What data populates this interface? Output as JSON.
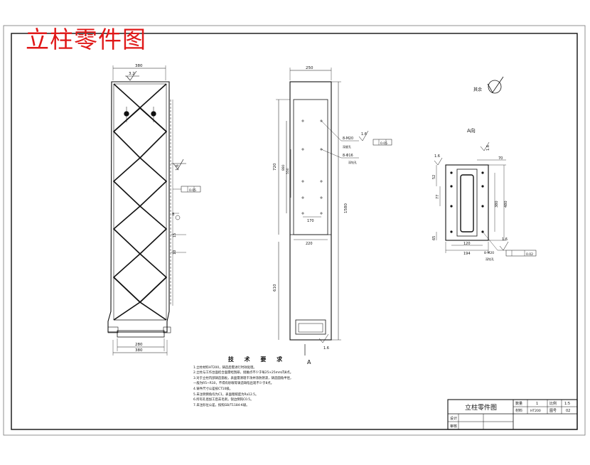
{
  "sheet": {
    "big_title": "立柱零件图"
  },
  "views": {
    "front": {
      "dim_top": "380",
      "dim_bottom_inner": "280",
      "dim_bottom_outer": "380",
      "roughness": "3.2",
      "roughness_side": "1.6",
      "tol_flat": "0.05",
      "label_b": "B",
      "dim_15": "15",
      "dim_10": "10"
    },
    "side": {
      "dim_top": "250",
      "dim_720": "720",
      "dim_880": "880",
      "dim_550": "550",
      "dim_1580": "1580",
      "dim_170": "170",
      "dim_220": "220",
      "dim_610": "610",
      "thread_note": "8-M20",
      "thread_depth": "深度孔",
      "hole_note": "8-Φ16",
      "hole_depth": "深钻孔",
      "roughness_top": "1.6",
      "pos_tol": "0.05",
      "roughness_bottom": "1.6",
      "view_arrow": "A"
    },
    "detail": {
      "others_label": "其余",
      "view_title": "A向",
      "r_left": "1.6",
      "r_top": "1.6",
      "dim_70": "70",
      "dim_52": "52",
      "dim_77": "77",
      "dim_65": "65",
      "dim_380": "380",
      "dim_480": "480",
      "dim_120": "120",
      "dim_194": "194",
      "thread": "8-M20",
      "depth": "深钻孔",
      "roughness": "1.6",
      "pos_tol": "0.02"
    }
  },
  "notes": {
    "title": "技 术 要 求",
    "items": [
      "1.立柱材料HT200，铸造后需进行时效处理。",
      "2.立柱与工作台面结合面需经刮研，接触点不少于每25×25mm内8点。",
      "3.对于立柱内部铸造筋板，表面需清理干净并涂防锈漆，铸造圆角半径，",
      "  一般为R5~R10，不得有砂眼等铸造缺陷出现不少于8点。",
      "4.铸件尺寸公差按CT10级。",
      "5.未注明倒角均为C1，表面粗糙度为Ra12.5。",
      "6.所有孔径加工后去毛刺，锐边倒钝C0.5。",
      "7.未注形位公差，按照GB/T1184-K级。"
    ]
  },
  "title_block": {
    "name": "立柱零件图",
    "qty_label": "数量",
    "qty": "1",
    "scale_label": "比例",
    "scale": "1:5",
    "material_label": "材料",
    "material": "HT200",
    "drawing_no_label": "图号",
    "drawing_no": "02",
    "design_label": "设计",
    "check_label": "审核"
  }
}
